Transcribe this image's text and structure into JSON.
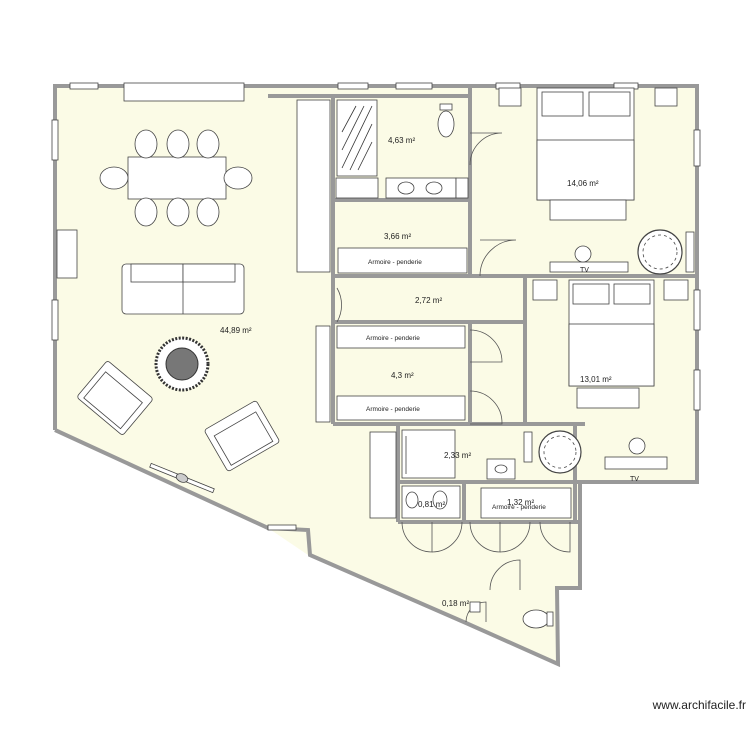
{
  "colors": {
    "floor": "#fbfbe6",
    "wall": "#999999",
    "line": "#333333"
  },
  "rooms": {
    "living": {
      "area": "44,89 m²"
    },
    "bathroom": {
      "area": "4,63 m²"
    },
    "dressing_top": {
      "area": "3,66 m²",
      "wardrobe": "Armoire - penderie"
    },
    "hallway": {
      "area": "2,72 m²"
    },
    "dressing_mid": {
      "area": "4,3 m²",
      "wardrobe_top": "Armoire - penderie",
      "wardrobe_bottom": "Armoire - penderie"
    },
    "bedroom_1": {
      "area": "14,06 m²",
      "tv": "TV"
    },
    "bedroom_2": {
      "area": "13,01 m²",
      "tv": "TV"
    },
    "shower_room": {
      "area": "2,33 m²"
    },
    "wc_small": {
      "area": "0,81 m²"
    },
    "closet": {
      "area": "1,32 m²",
      "wardrobe": "Armoire - penderie"
    },
    "wc": {
      "area": "0,18 m²"
    }
  },
  "watermark": "www.archifacile.fr"
}
